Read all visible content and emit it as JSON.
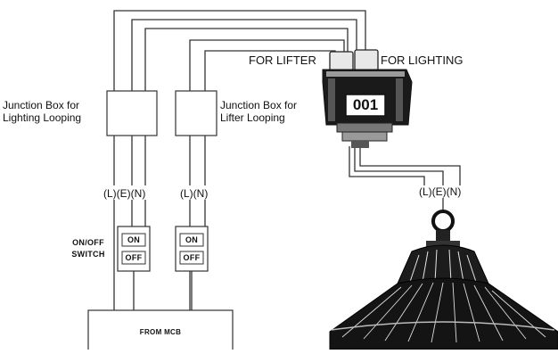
{
  "labels": {
    "jb_lighting": "Junction Box for\nLighting Looping",
    "jb_lifter": "Junction Box for\nLifter Looping",
    "for_lifter": "FOR LIFTER",
    "for_lighting": "FOR LIGHTING",
    "lighting_terminals": "(L)(E)(N)",
    "lifter_terminals": "(L)(N)",
    "lamp_terminals": "(L)(E)(N)",
    "switch_caption": "ON/OFF\nSWITCH",
    "switch1_on": "ON",
    "switch1_off": "OFF",
    "switch2_on": "ON",
    "switch2_off": "OFF",
    "controller_code": "001",
    "source_box": "FROM MCB"
  }
}
